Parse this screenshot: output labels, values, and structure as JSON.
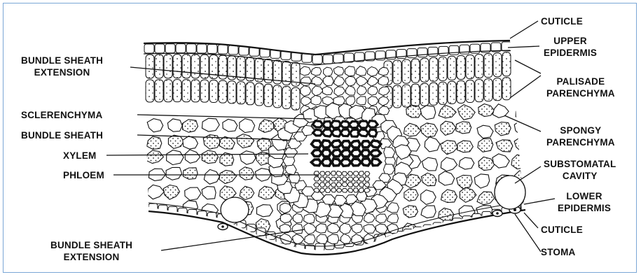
{
  "labels": {
    "bundle_sheath_extension_top": [
      "BUNDLE SHEATH",
      "EXTENSION"
    ],
    "sclerenchyma": "SCLERENCHYMA",
    "bundle_sheath": "BUNDLE SHEATH",
    "xylem": "XYLEM",
    "phloem": "PHLOEM",
    "bundle_sheath_extension_bottom": [
      "BUNDLE SHEATH",
      "EXTENSION"
    ],
    "cuticle_top": "CUTICLE",
    "upper_epidermis": [
      "UPPER",
      "EPIDERMIS"
    ],
    "palisade_parenchyma": [
      "PALISADE",
      "PARENCHYMA"
    ],
    "spongy_parenchyma": [
      "SPONGY",
      "PARENCHYMA"
    ],
    "substomatal_cavity": [
      "SUBSTOMATAL",
      "CAVITY"
    ],
    "lower_epidermis": [
      "LOWER",
      "EPIDERMIS"
    ],
    "cuticle_bottom": "CUTICLE",
    "stoma": "STOMA"
  },
  "colors": {
    "frame_border": "#7aa6d6",
    "line": "#111111",
    "xylem_fill": "#1a1a1a"
  }
}
